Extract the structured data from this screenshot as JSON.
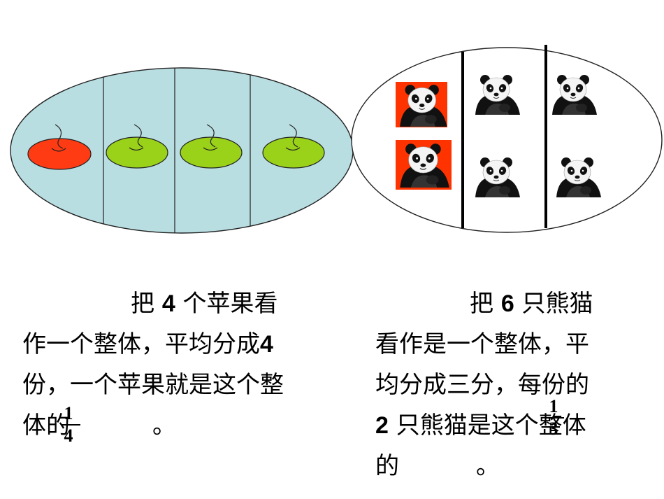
{
  "apples": {
    "total": 4,
    "highlighted": 1,
    "colors": {
      "ellipse_fill": "#b9dee2",
      "red_apple": "#ff3b14",
      "green_apple": "#9ad21a"
    }
  },
  "pandas": {
    "total": 6,
    "groups": 3,
    "per_group": 2,
    "highlight_color": "#ff3300"
  },
  "left_text": {
    "line1_a": "把",
    "line1_num": "4",
    "line1_b": "个苹果看",
    "line2_a": "作一个整体，平均分成",
    "line2_num": "4",
    "line3": "份，一个苹果就是这个整",
    "line4_a": "体的",
    "line4_end": "。",
    "fraction": {
      "numerator": "1",
      "denominator": "4"
    }
  },
  "right_text": {
    "line1_a": "把",
    "line1_num": "6",
    "line1_b": "只熊猫",
    "line2": "看作是一个整体，平",
    "line3": "均分成三分，每份的",
    "line4_num": "2",
    "line4_b": "只熊猫是这个整体",
    "line5_a": "的",
    "line5_end": "。",
    "fraction": {
      "numerator": "1",
      "denominator": "3"
    }
  }
}
